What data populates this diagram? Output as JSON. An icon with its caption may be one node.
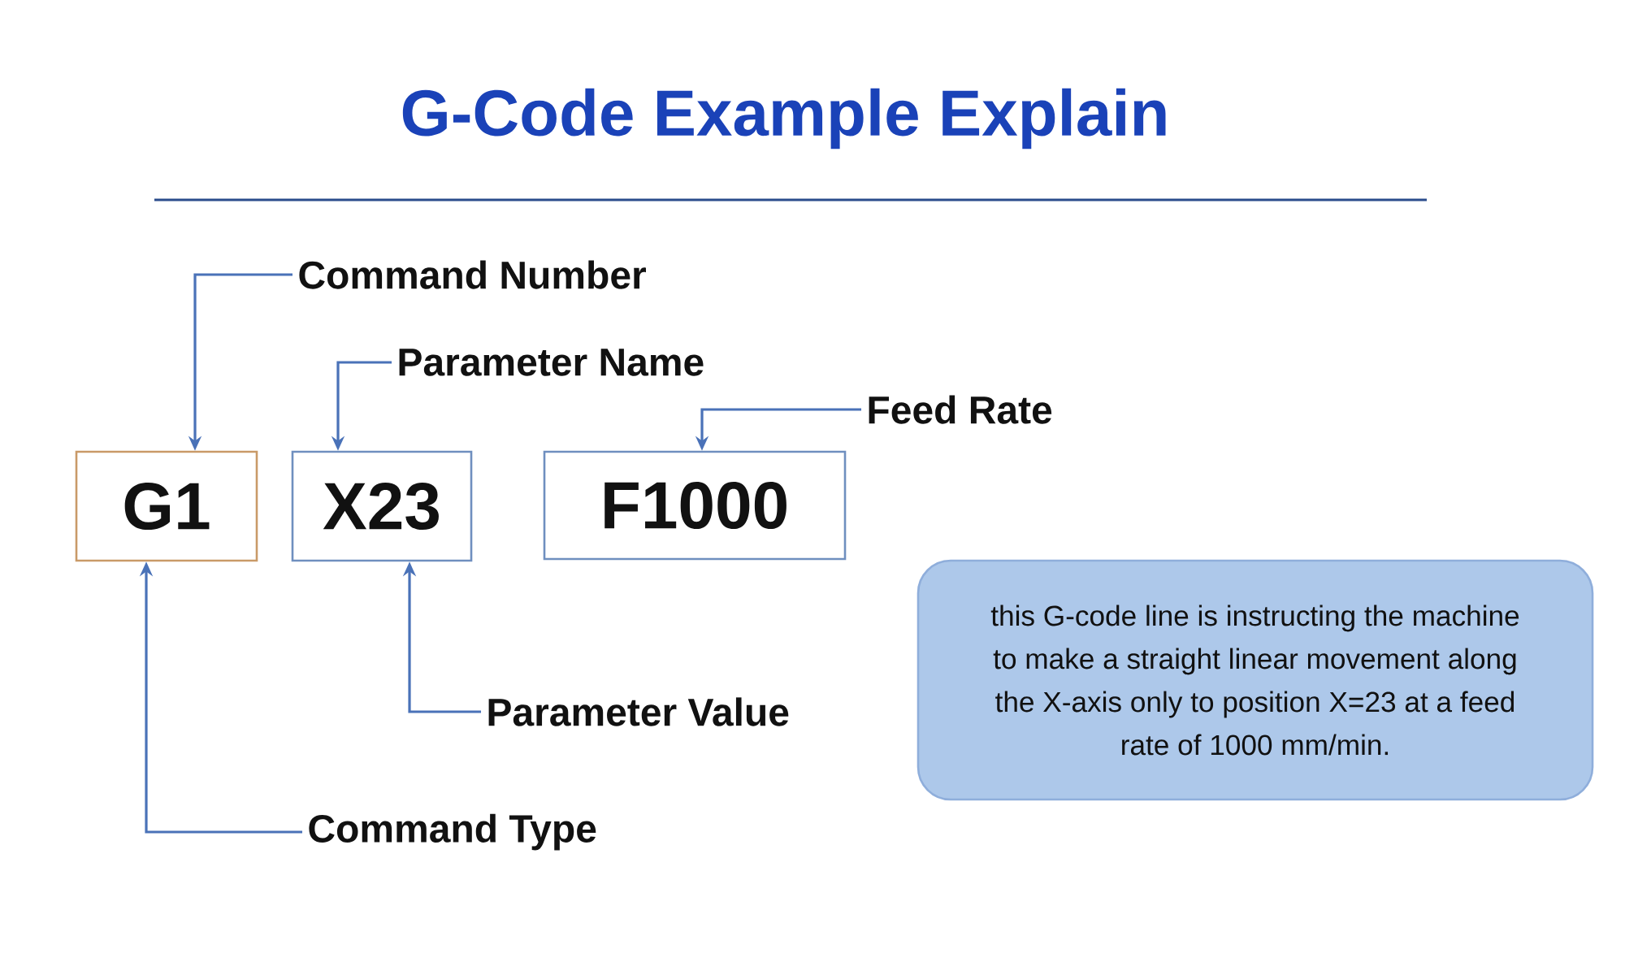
{
  "diagram": {
    "title": "G-Code Example Explain",
    "nodes": [
      {
        "text": [
          "Command Number"
        ]
      },
      {
        "text": [
          "Parameter Name"
        ]
      },
      {
        "text": [
          "Feed Rate"
        ]
      },
      {
        "text": [
          "G1"
        ]
      },
      {
        "text": [
          "X23"
        ]
      },
      {
        "text": [
          "F1000"
        ]
      },
      {
        "text": [
          "this G-code line is instructing the machine to make a straight linear movement along the X-axis only to position X=23 at a feed rate of 1000 mm/min."
        ]
      },
      {
        "text": [
          "Parameter Value"
        ]
      },
      {
        "text": [
          "Command Type"
        ]
      }
    ],
    "edges": [
      {
        "from": 0,
        "to": 3,
        "arrow": "to"
      },
      {
        "from": 1,
        "to": 4,
        "arrow": "to"
      },
      {
        "from": 2,
        "to": 5,
        "arrow": "to"
      },
      {
        "from": 7,
        "to": 4,
        "arrow": "to"
      },
      {
        "from": 8,
        "to": 3,
        "arrow": "to"
      }
    ]
  }
}
